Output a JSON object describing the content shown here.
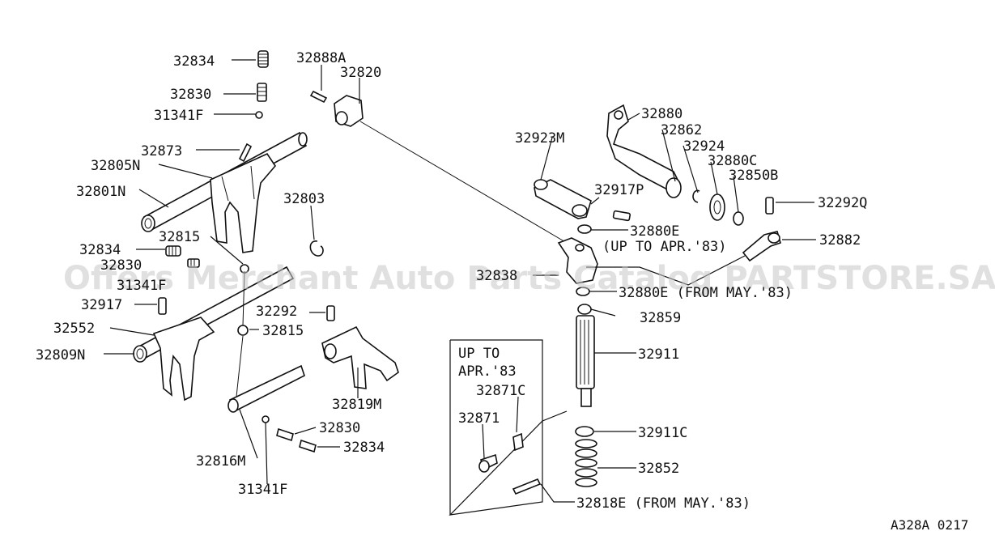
{
  "labels": {
    "l32834a": "32834",
    "l32888a": "32888A",
    "l32820": "32820",
    "l32830a": "32830",
    "l31341fa": "31341F",
    "l32873": "32873",
    "l32805n": "32805N",
    "l32801n": "32801N",
    "l32803": "32803",
    "l32815a": "32815",
    "l32834b": "32834",
    "l32830b": "32830",
    "l31341fb": "31341F",
    "l32917": "32917",
    "l32552": "32552",
    "l32809n": "32809N",
    "l32292": "32292",
    "l32815b": "32815",
    "l32819m": "32819M",
    "l32830c": "32830",
    "l32834c": "32834",
    "l32816m": "32816M",
    "l31341fc": "31341F",
    "l32880": "32880",
    "l32862": "32862",
    "l32924": "32924",
    "l32923m": "32923M",
    "l32880c": "32880C",
    "l32850b": "32850B",
    "l32917p": "32917P",
    "l32292q": "32292Q",
    "l32880e_a": "32880E",
    "l_upto_apr": "(UP TO APR.'83)",
    "l32882": "32882",
    "l32838": "32838",
    "l32880e_b": "32880E (FROM MAY.'83)",
    "l32859": "32859",
    "l32911": "32911",
    "l32911c": "32911C",
    "l32852": "32852",
    "l32818e": "32818E (FROM MAY.'83)",
    "l32871c": "32871C",
    "l32871": "32871"
  },
  "inset": {
    "title_line1": "UP TO",
    "title_line2": "APR.'83"
  },
  "watermark": "Offers Merchant Auto Parts Catalog PARTSTORE.SA",
  "code": "A328A 0217"
}
